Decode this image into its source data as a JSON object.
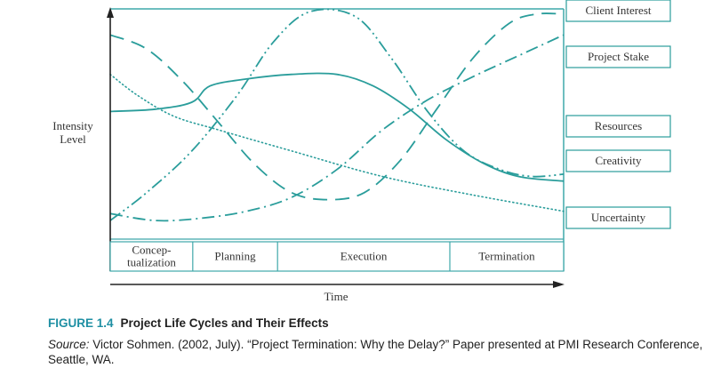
{
  "chart_data": {
    "type": "line",
    "ylabel_lines": [
      "Intensity",
      "Level"
    ],
    "xlabel": "Time",
    "x_units": "normalized project timeline (0 = start, 1 = end)",
    "y_units": "normalized intensity (0 = low, 1 = high)",
    "phases": [
      {
        "label_lines": [
          "Concep-",
          "tualization"
        ],
        "start": 0.0,
        "end": 0.182
      },
      {
        "label_lines": [
          "Planning"
        ],
        "start": 0.182,
        "end": 0.369
      },
      {
        "label_lines": [
          "Execution"
        ],
        "start": 0.369,
        "end": 0.749
      },
      {
        "label_lines": [
          "Termination"
        ],
        "start": 0.749,
        "end": 1.0
      }
    ],
    "series": [
      {
        "name": "Client Interest",
        "style": "dash-dot-dot",
        "points": [
          [
            0.0,
            0.08
          ],
          [
            0.08,
            0.2
          ],
          [
            0.18,
            0.38
          ],
          [
            0.28,
            0.62
          ],
          [
            0.36,
            0.85
          ],
          [
            0.44,
            0.98
          ],
          [
            0.54,
            0.96
          ],
          [
            0.62,
            0.78
          ],
          [
            0.7,
            0.55
          ],
          [
            0.78,
            0.38
          ],
          [
            0.86,
            0.3
          ],
          [
            0.93,
            0.27
          ],
          [
            1.0,
            0.28
          ]
        ]
      },
      {
        "name": "Project Stake",
        "style": "dash-dot",
        "points": [
          [
            0.0,
            0.11
          ],
          [
            0.1,
            0.08
          ],
          [
            0.2,
            0.09
          ],
          [
            0.3,
            0.12
          ],
          [
            0.4,
            0.18
          ],
          [
            0.5,
            0.3
          ],
          [
            0.6,
            0.47
          ],
          [
            0.7,
            0.6
          ],
          [
            0.8,
            0.7
          ],
          [
            0.9,
            0.79
          ],
          [
            1.0,
            0.88
          ]
        ]
      },
      {
        "name": "Resources",
        "style": "solid",
        "points": [
          [
            0.0,
            0.55
          ],
          [
            0.1,
            0.56
          ],
          [
            0.18,
            0.59
          ],
          [
            0.22,
            0.66
          ],
          [
            0.3,
            0.69
          ],
          [
            0.4,
            0.71
          ],
          [
            0.5,
            0.71
          ],
          [
            0.58,
            0.66
          ],
          [
            0.66,
            0.56
          ],
          [
            0.74,
            0.43
          ],
          [
            0.82,
            0.33
          ],
          [
            0.9,
            0.27
          ],
          [
            1.0,
            0.25
          ]
        ]
      },
      {
        "name": "Creativity",
        "style": "dashed",
        "points": [
          [
            0.0,
            0.88
          ],
          [
            0.08,
            0.82
          ],
          [
            0.16,
            0.68
          ],
          [
            0.24,
            0.5
          ],
          [
            0.32,
            0.32
          ],
          [
            0.4,
            0.2
          ],
          [
            0.48,
            0.17
          ],
          [
            0.56,
            0.2
          ],
          [
            0.64,
            0.34
          ],
          [
            0.72,
            0.56
          ],
          [
            0.8,
            0.78
          ],
          [
            0.88,
            0.93
          ],
          [
            0.94,
            0.97
          ],
          [
            1.0,
            0.97
          ]
        ]
      },
      {
        "name": "Uncertainty",
        "style": "dotted",
        "points": [
          [
            0.0,
            0.71
          ],
          [
            0.06,
            0.62
          ],
          [
            0.14,
            0.53
          ],
          [
            0.24,
            0.47
          ],
          [
            0.4,
            0.38
          ],
          [
            0.6,
            0.27
          ],
          [
            0.8,
            0.19
          ],
          [
            1.0,
            0.12
          ]
        ]
      }
    ],
    "legend_placement": "right (boxed labels)",
    "grid": false
  },
  "legend_labels": [
    "Client Interest",
    "Project Stake",
    "Resources",
    "Creativity",
    "Uncertainty"
  ],
  "caption": {
    "figure_number": "FIGURE 1.4",
    "title": "Project Life Cycles and Their Effects",
    "source_label": "Source:",
    "source_text": " Victor Sohmen. (2002, July). “Project Termination: Why the Delay?” Paper presented at PMI Research Conference, Seattle, WA."
  },
  "colors": {
    "series": "#2a9d9b",
    "axis": "#222222",
    "frame": "#3fa8aa",
    "box_border": "#2a9d9b",
    "caption_accent": "#1e8fa3"
  }
}
